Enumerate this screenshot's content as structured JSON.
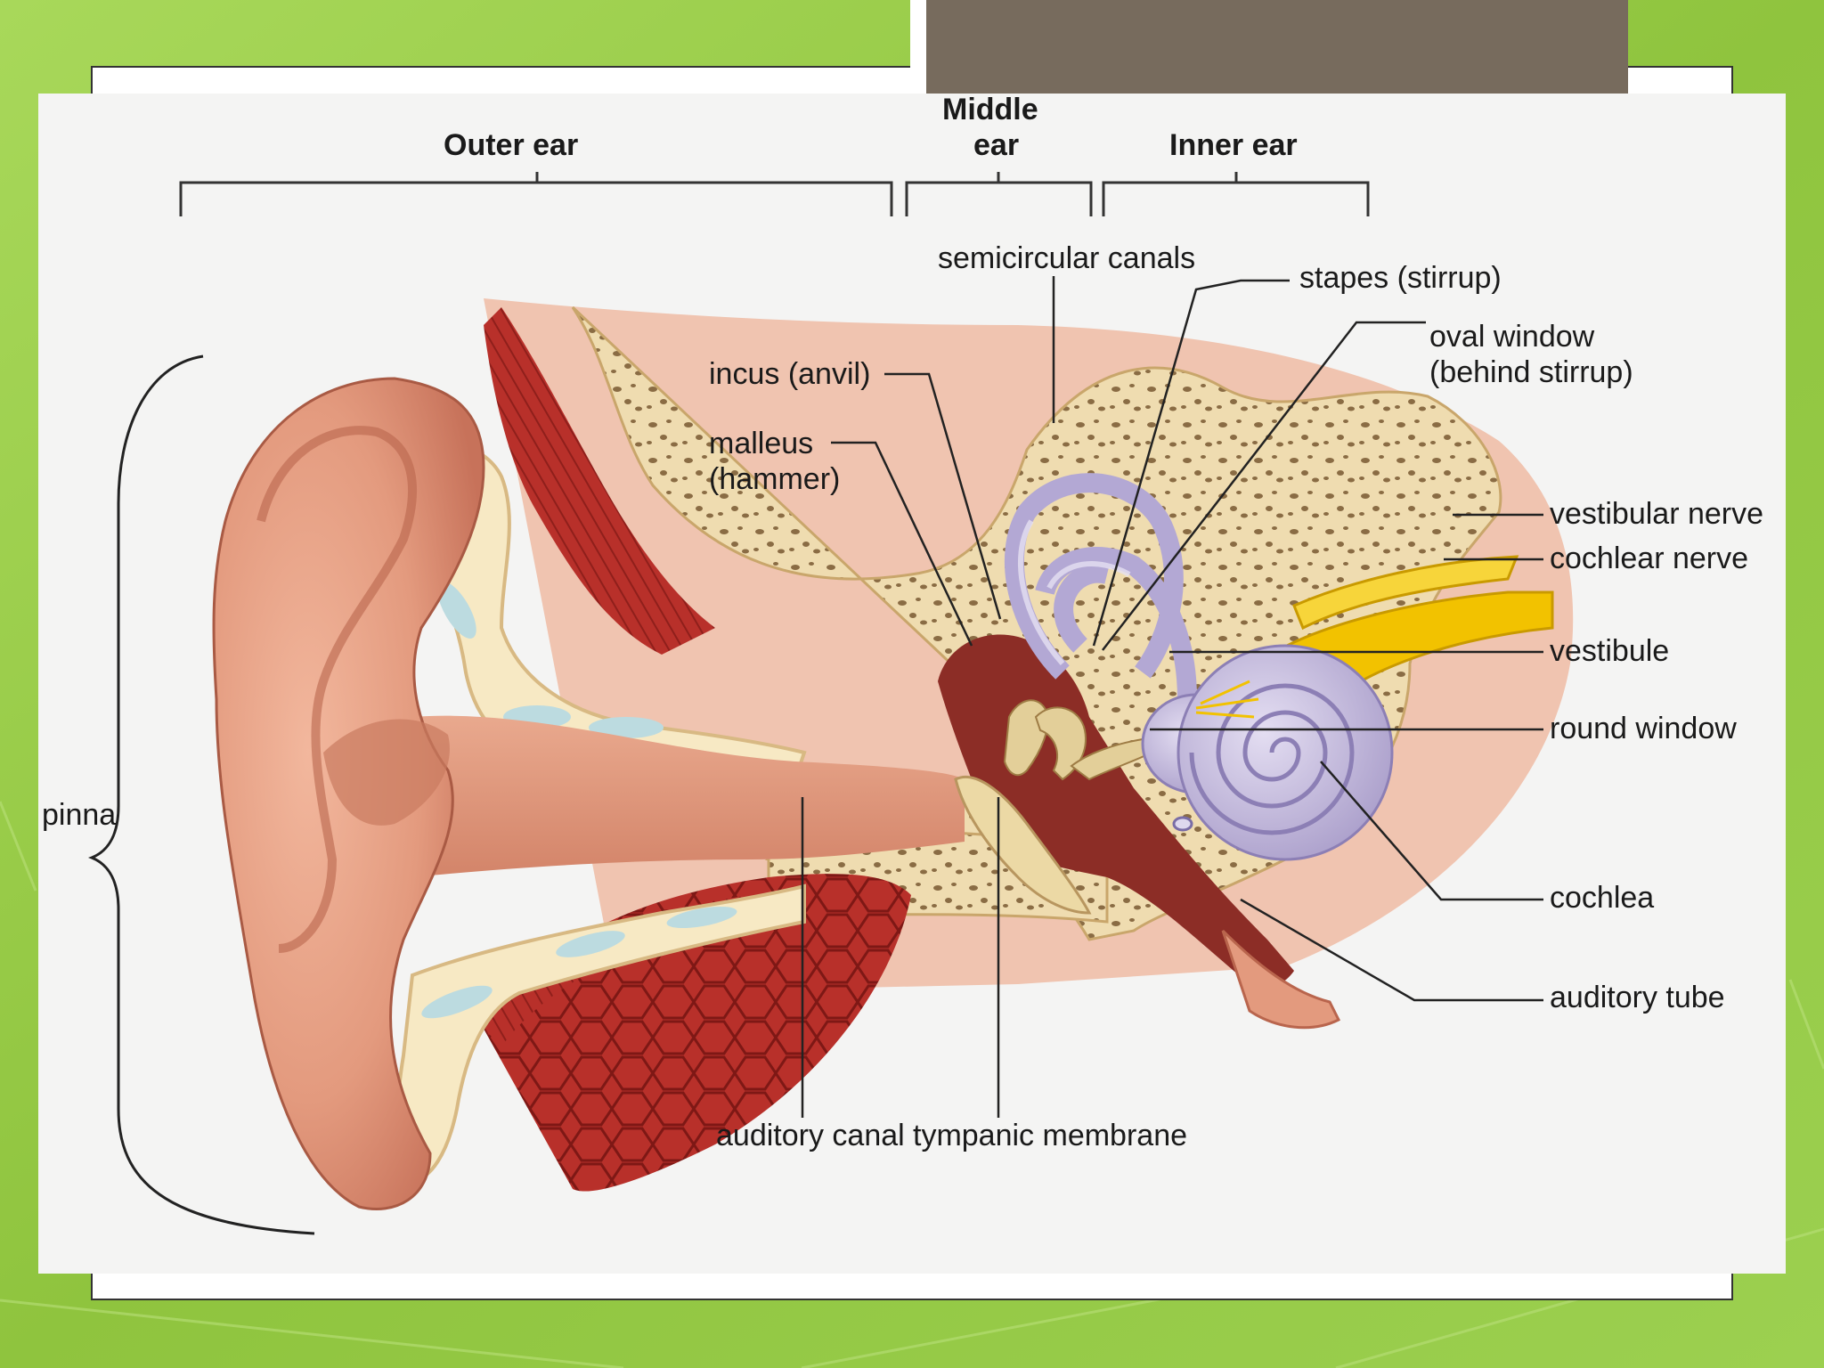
{
  "diagram": {
    "sections": {
      "outer": "Outer ear",
      "middle_line1": "Middle",
      "middle_line2": "ear",
      "inner": "Inner ear"
    },
    "labels": {
      "pinna": "pinna",
      "semicircular_canals": "semicircular canals",
      "stapes": "stapes (stirrup)",
      "oval_window_line1": "oval window",
      "oval_window_line2": "(behind stirrup)",
      "incus": "incus (anvil)",
      "malleus_line1": "malleus",
      "malleus_line2": "(hammer)",
      "vestibular_nerve": "vestibular nerve",
      "cochlear_nerve": "cochlear nerve",
      "vestibule": "vestibule",
      "round_window": "round window",
      "cochlea": "cochlea",
      "auditory_tube": "auditory tube",
      "auditory_canal": "auditory canal",
      "tympanic_membrane": "tympanic membrane"
    }
  },
  "colors": {
    "slide_background": "#9ccc4a",
    "title_bar": "#776b5d",
    "figure_background": "#f4f4f3",
    "skin": "#e49a7f",
    "bone": "#efdcb0",
    "muscle": "#b8302a",
    "inner_ear": "#b8aed6",
    "nerve": "#f2c200"
  }
}
